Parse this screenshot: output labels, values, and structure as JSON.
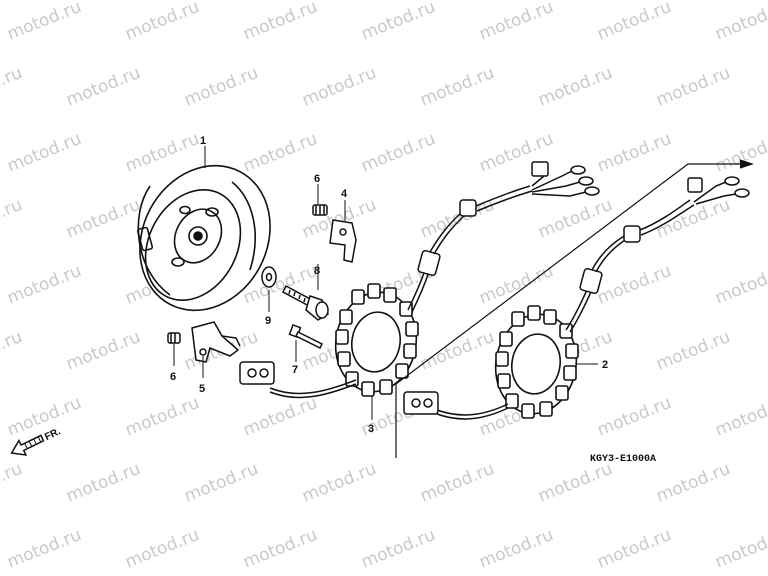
{
  "diagram": {
    "callouts": [
      "1",
      "2",
      "3",
      "4",
      "5",
      "6",
      "6",
      "7",
      "8",
      "9"
    ],
    "direction_label": "FR.",
    "part_code": "KGY3-E1000A"
  },
  "watermark": {
    "text": "motod.ru"
  },
  "colors": {
    "line": "#111111",
    "watermark": "#c9c9c9",
    "background": "#ffffff"
  }
}
